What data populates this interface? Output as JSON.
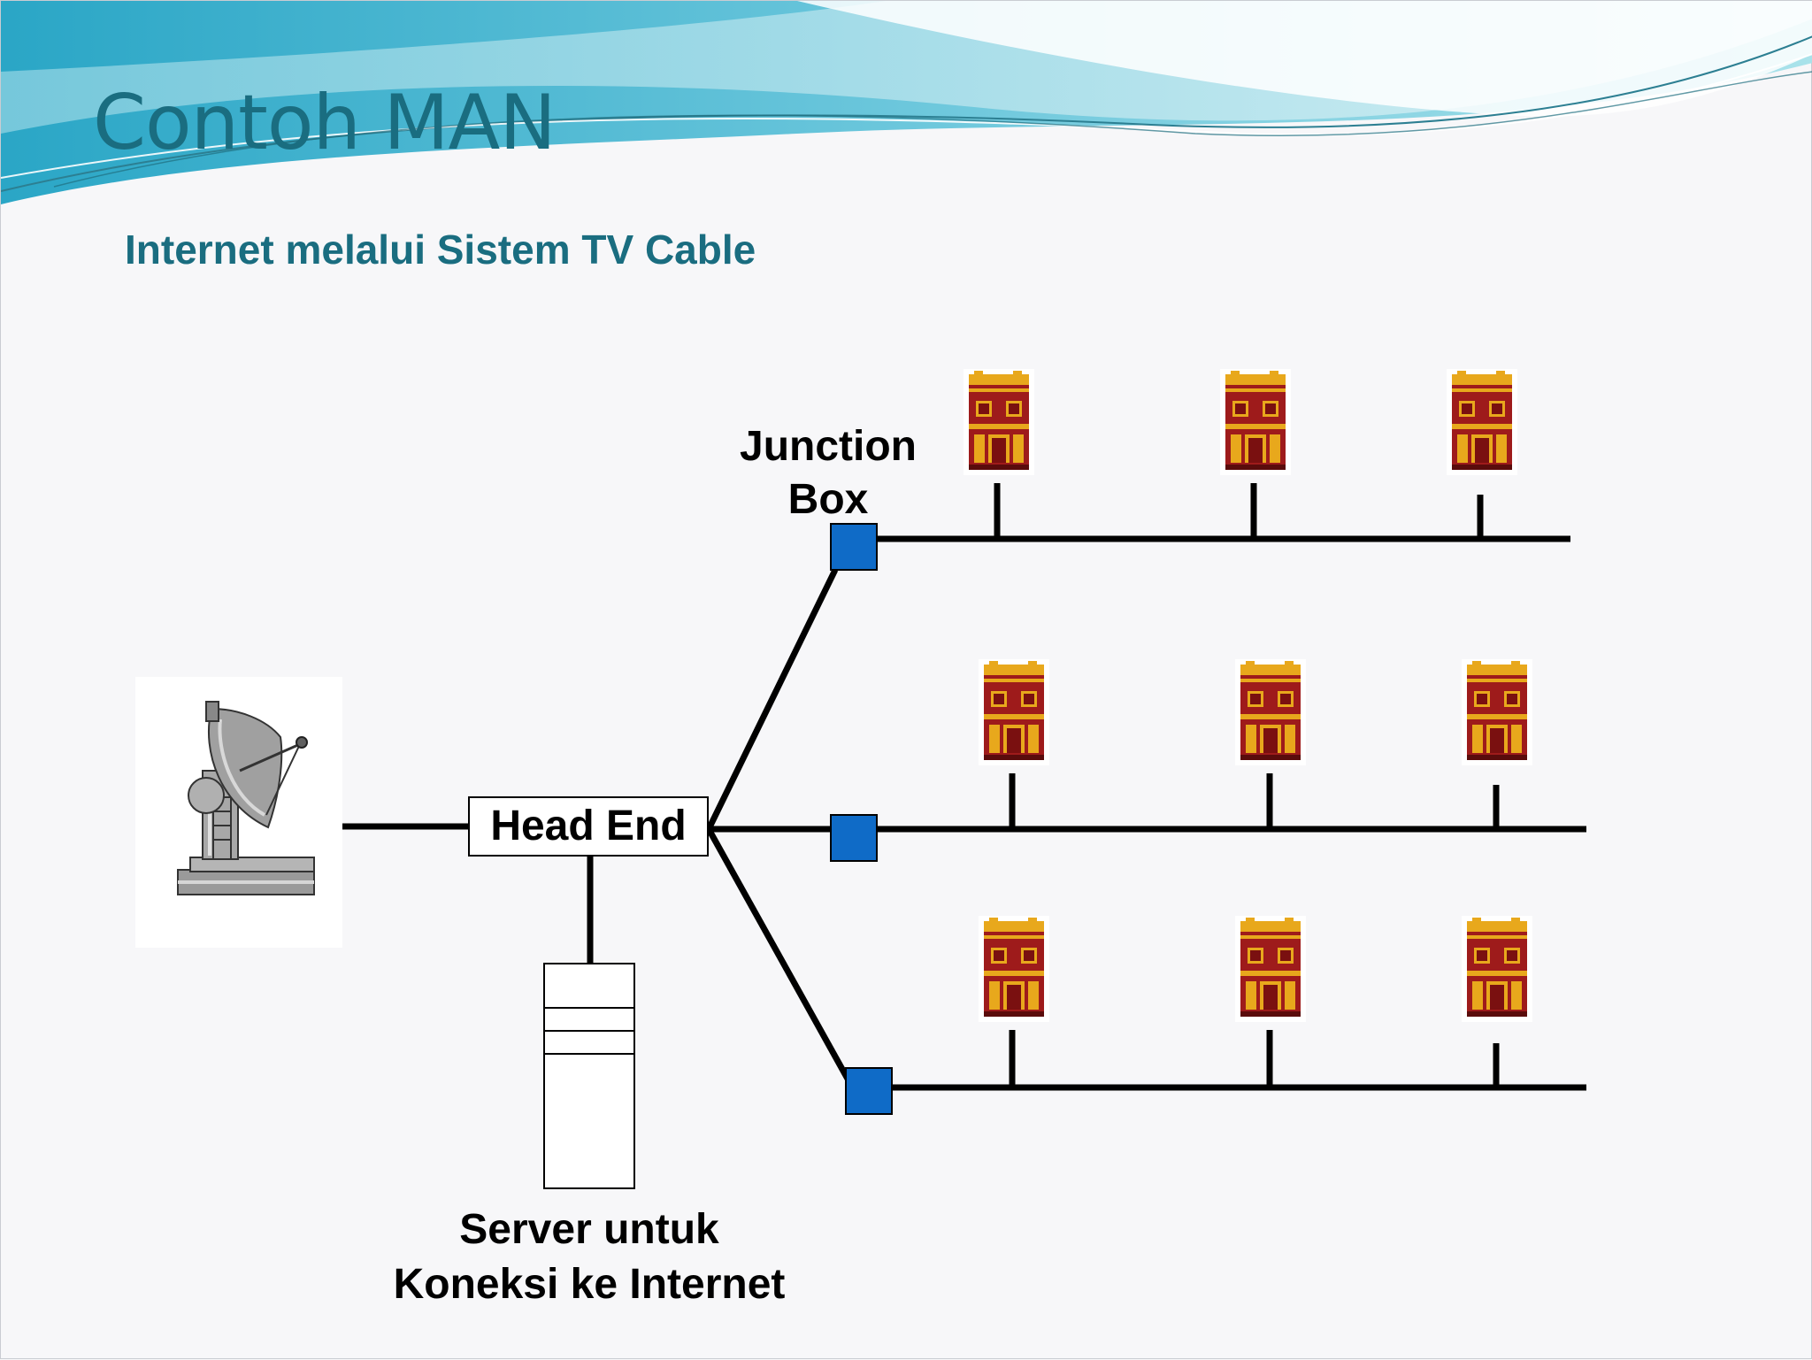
{
  "slide": {
    "title": "Contoh MAN",
    "subtitle": "Internet melalui Sistem TV Cable"
  },
  "diagram": {
    "junction_box_label_line1": "Junction",
    "junction_box_label_line2": "Box",
    "head_end_label": "Head End",
    "server_label_line1": "Server untuk",
    "server_label_line2": "Koneksi ke Internet",
    "icons": {
      "source": "satellite-dish-icon",
      "node": "house-icon",
      "server": "server-tower-icon",
      "junction": "junction-box-icon"
    },
    "colors": {
      "title": "#1a6d80",
      "junction_box": "#0f6bc7",
      "house_wall": "#9e1b1b",
      "house_trim": "#e8a81c",
      "cable": "#000000"
    },
    "branches": [
      {
        "name": "branch-1",
        "houses": 3
      },
      {
        "name": "branch-2",
        "houses": 3
      },
      {
        "name": "branch-3",
        "houses": 3
      }
    ]
  }
}
